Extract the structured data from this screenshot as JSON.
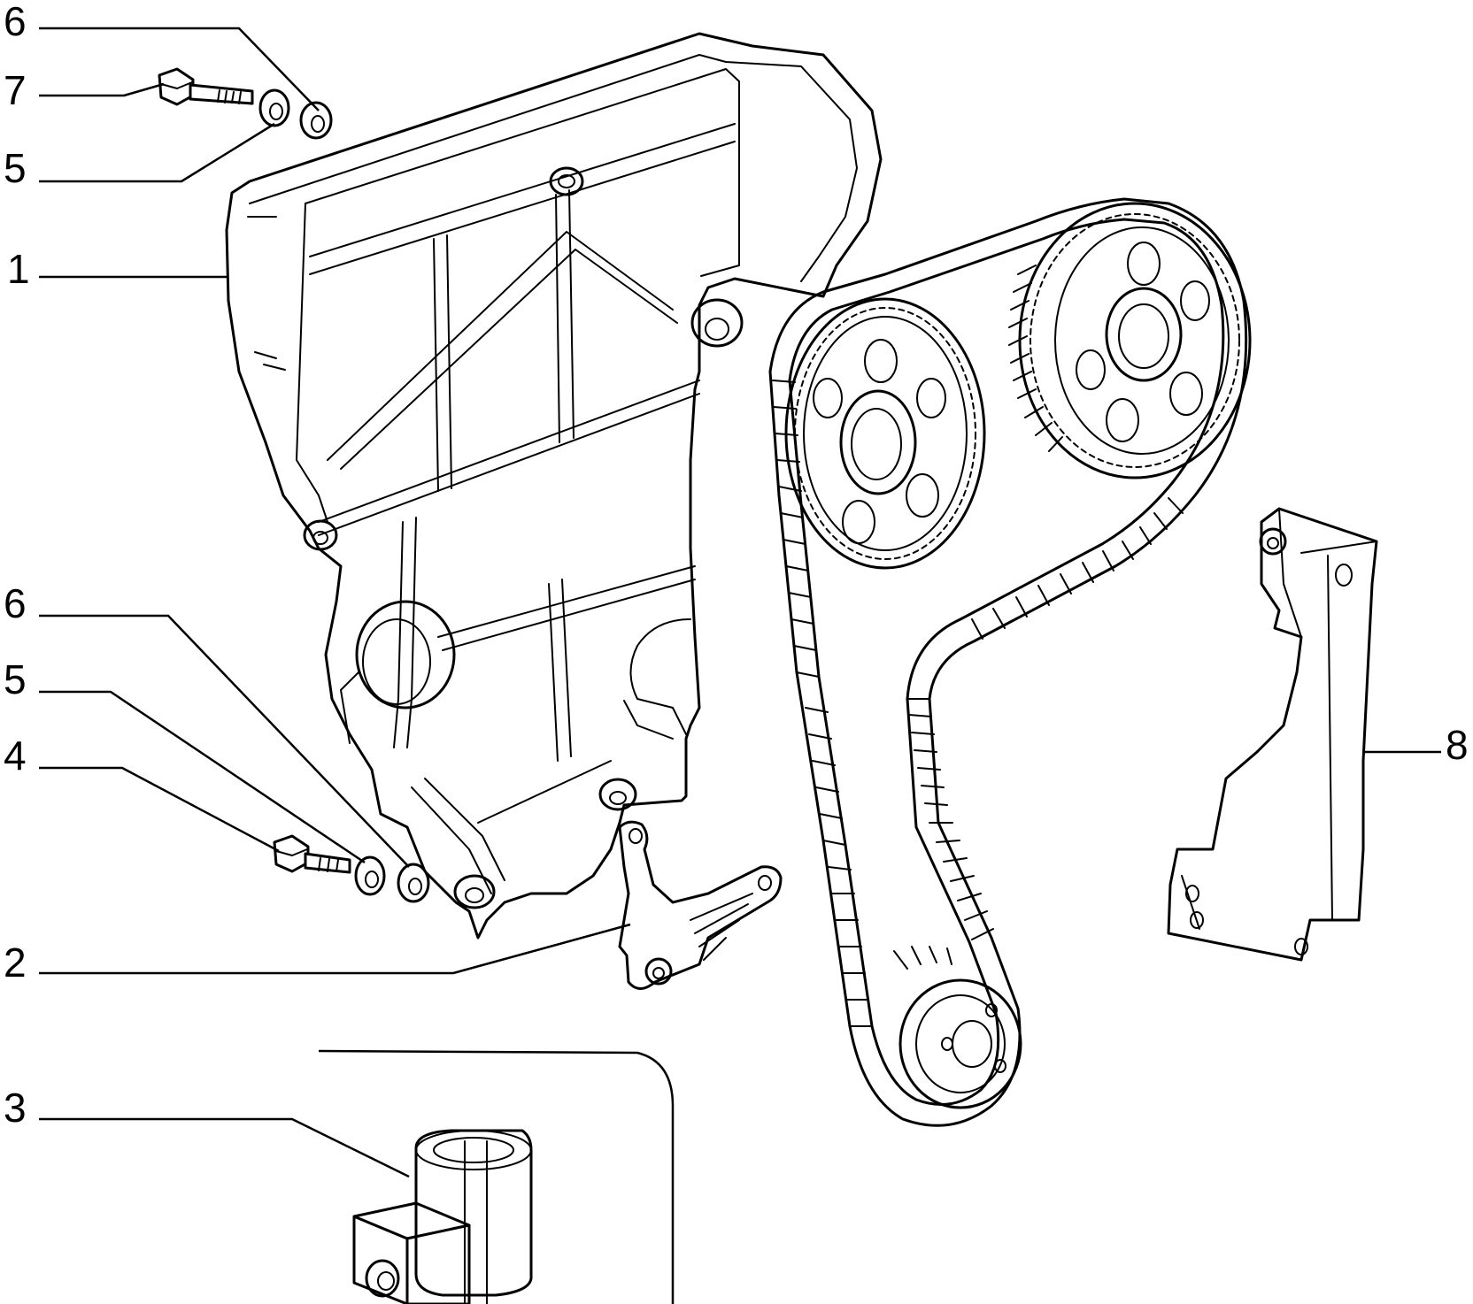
{
  "labels": {
    "cover_top_bolt_spacer": "6",
    "cover_top_bolt": "7",
    "cover_top_bolt_washer": "5",
    "timing_cover": "1",
    "cover_bottom_bolt_spacer": "6",
    "cover_bottom_bolt_washer": "5",
    "cover_bottom_bolt": "4",
    "bracket": "2",
    "clamp": "3",
    "rear_guard": "8"
  },
  "colors": {
    "line": "#000000",
    "background": "#ffffff"
  }
}
